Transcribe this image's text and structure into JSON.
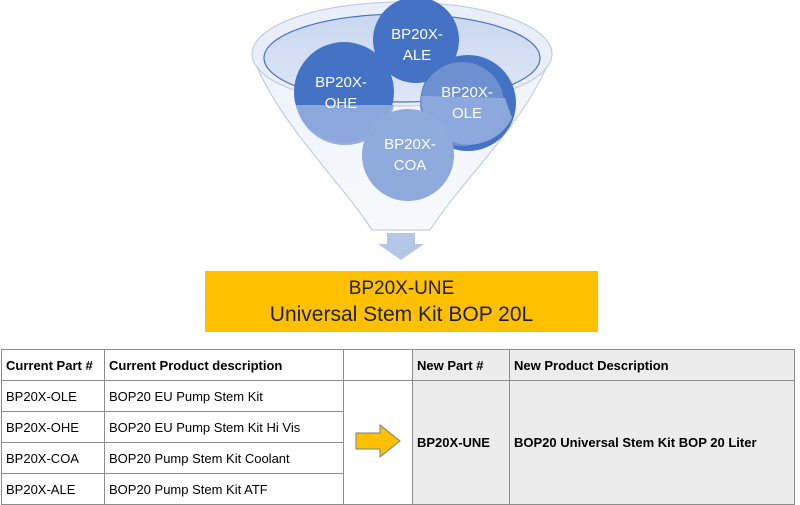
{
  "funnel": {
    "circles": [
      {
        "id": "ale",
        "line1": "BP20X-",
        "line2": "ALE"
      },
      {
        "id": "ohe",
        "line1": "BP20X-",
        "line2": "OHE"
      },
      {
        "id": "ole",
        "line1": "BP20X-",
        "line2": "OLE"
      },
      {
        "id": "coa",
        "line1": "BP20X-",
        "line2": "COA"
      }
    ],
    "colors": {
      "dark_circle": "#4472c4",
      "light_circle": "#8faadc",
      "funnel_rim": "#dae3f3",
      "down_arrow": "#b4c7e7"
    }
  },
  "result": {
    "line1": "BP20X-UNE",
    "line2": "Universal Stem Kit BOP 20L",
    "color": "#ffc000"
  },
  "table": {
    "headers": {
      "current_part": "Current Part #",
      "current_desc": "Current Product description",
      "new_part": "New Part #",
      "new_desc": "New Product Description"
    },
    "rows": [
      {
        "part": "BP20X-OLE",
        "desc": "BOP20 EU Pump Stem Kit"
      },
      {
        "part": "BP20X-OHE",
        "desc": "BOP20 EU Pump Stem Kit Hi Vis"
      },
      {
        "part": "BP20X-COA",
        "desc": "BOP20 Pump Stem Kit Coolant"
      },
      {
        "part": "BP20X-ALE",
        "desc": "BOP20 Pump Stem Kit  ATF"
      }
    ],
    "new_part": "BP20X-UNE",
    "new_desc": "BOP20 Universal Stem Kit BOP 20 Liter",
    "arrow_color": "#ffc000"
  }
}
